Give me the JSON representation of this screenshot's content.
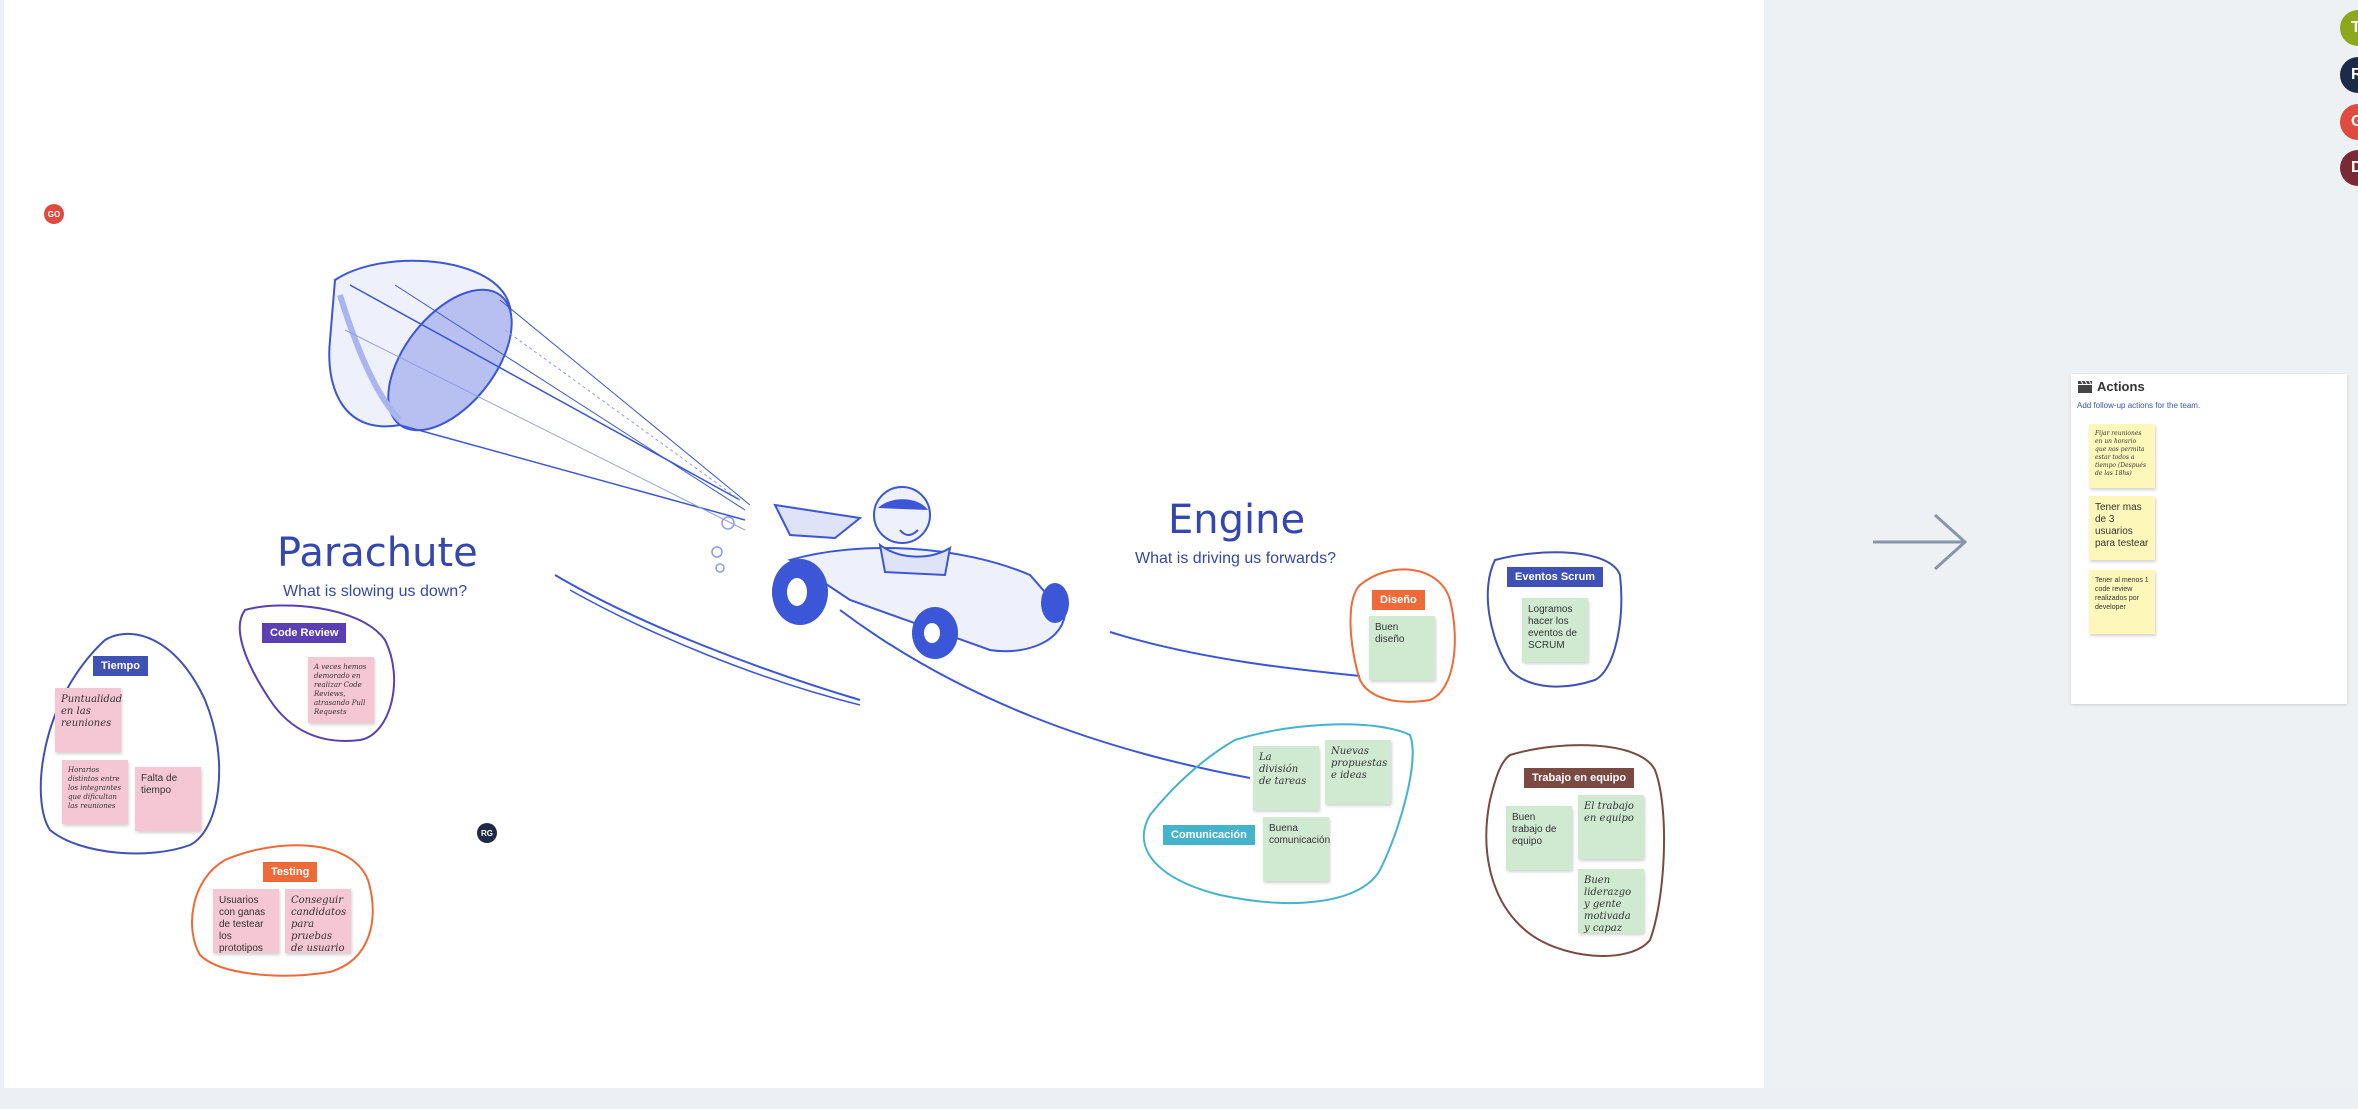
{
  "colors": {
    "canvas": "#ffffff",
    "primary_blue": "#3446b0",
    "tag_blue": "#3f51b5",
    "tag_purple": "#5b3fb3",
    "tag_orange": "#ef6a3a",
    "tag_teal": "#45b3cc",
    "tag_brown": "#7a4a42",
    "note_pink": "#f5c6d4",
    "note_green": "#d0ead2",
    "note_yellow": "#fef7ba"
  },
  "cursors": [
    {
      "initials": "GO",
      "color": "#e04a3f"
    },
    {
      "initials": "RG",
      "color": "#1e2a4a"
    }
  ],
  "avatars": [
    {
      "initial": "T",
      "color": "#8ea81e"
    },
    {
      "initial": "R",
      "color": "#1e2a4a"
    },
    {
      "initial": "G",
      "color": "#e04a3f"
    },
    {
      "initial": "D",
      "color": "#7a2a35"
    }
  ],
  "parachute": {
    "title": "Parachute",
    "subtitle": "What is slowing us down?",
    "groups": {
      "tiempo": {
        "label": "Tiempo",
        "notes": [
          "Puntualidad en las reuniones",
          "Horarios distintos entre los integrantes que dificultan las reuniones",
          "Falta de tiempo"
        ]
      },
      "code_review": {
        "label": "Code Review",
        "notes": [
          "A veces hemos demorado en realizar Code Reviews, atrasando Pull Requests"
        ]
      },
      "testing": {
        "label": "Testing",
        "notes": [
          "Usuarios con ganas de testear los prototipos",
          "Conseguir candidatos para pruebas de usuario"
        ]
      }
    }
  },
  "engine": {
    "title": "Engine",
    "subtitle": "What is driving us forwards?",
    "groups": {
      "diseno": {
        "label": "Diseño",
        "notes": [
          "Buen diseño"
        ]
      },
      "eventos": {
        "label": "Eventos Scrum",
        "notes": [
          "Logramos hacer los eventos de SCRUM"
        ]
      },
      "comunicacion": {
        "label": "Comunicación",
        "notes": [
          "La división de tareas",
          "Nuevas propuestas e ideas",
          "Buena comunicación"
        ]
      },
      "trabajo": {
        "label": "Trabajo en equipo",
        "notes": [
          "Buen trabajo de equipo",
          "El trabajo en equipo",
          "Buen liderazgo y gente motivada y capaz"
        ]
      }
    }
  },
  "actions": {
    "icon": "clapperboard-icon",
    "title": "Actions",
    "subtitle": "Add follow-up actions for the team.",
    "notes": [
      "Fijar reuniones en un horario que nos permita estar todos a tiempo (Después de las 18hs)",
      "Tener mas de 3 usuarios para testear",
      "Tener al menos 1 code review realizados por developer"
    ]
  }
}
